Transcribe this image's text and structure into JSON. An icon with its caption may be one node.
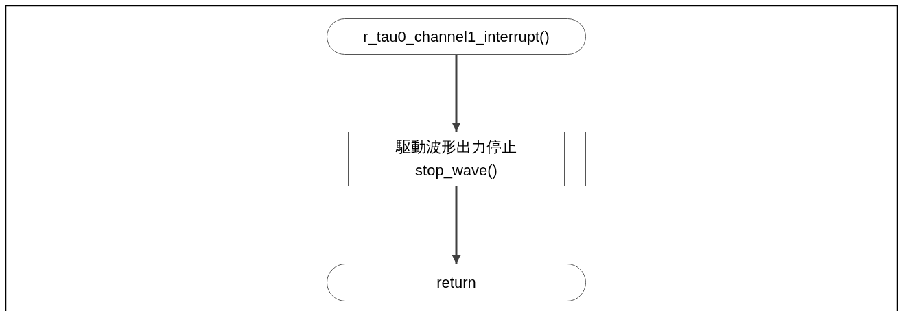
{
  "diagram": {
    "nodes": [
      {
        "text": [
          "r_tau0_channel1_interrupt()"
        ]
      },
      {
        "text": [
          "駆動波形出力停止",
          "stop_wave()"
        ]
      },
      {
        "text": [
          "return"
        ]
      }
    ],
    "edges": [
      {
        "from": 0,
        "to": 1,
        "arrow": "to"
      },
      {
        "from": 1,
        "to": 2,
        "arrow": "to"
      }
    ]
  }
}
